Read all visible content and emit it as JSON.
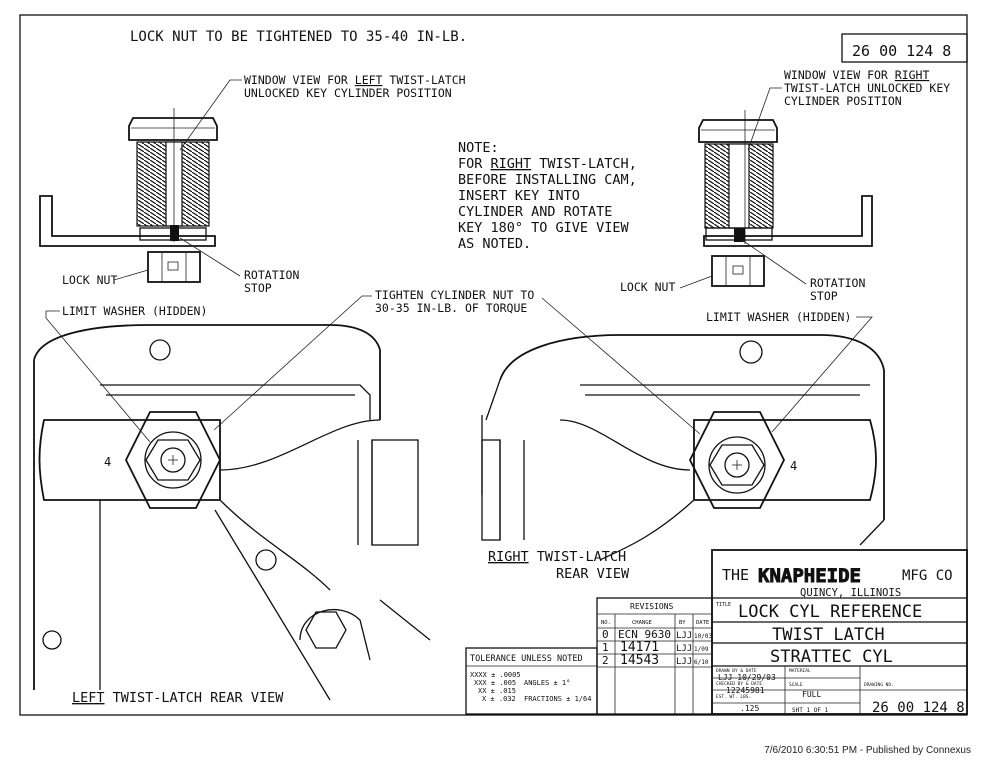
{
  "header": {
    "top_note": "LOCK NUT TO BE TIGHTENED TO 35-40 IN-LB.",
    "drawing_number_top": "26 00 124 8"
  },
  "left_detail": {
    "window_view_line1_pre": "WINDOW VIEW FOR ",
    "window_view_line1_em": "LEFT",
    "window_view_line1_post": " TWIST-LATCH",
    "window_view_line2": "UNLOCKED KEY CYLINDER POSITION",
    "lock_nut": "LOCK NUT",
    "rotation_stop_1": "ROTATION",
    "rotation_stop_2": "STOP"
  },
  "right_detail": {
    "window_view_line1_pre": "WINDOW VIEW FOR ",
    "window_view_line1_em": "RIGHT",
    "window_view_line2": "TWIST-LATCH UNLOCKED KEY",
    "window_view_line3": "CYLINDER POSITION",
    "lock_nut": "LOCK NUT",
    "rotation_stop_1": "ROTATION",
    "rotation_stop_2": "STOP"
  },
  "note": {
    "title": "NOTE:",
    "line1_pre": "FOR ",
    "line1_em": "RIGHT",
    "line1_post": " TWIST-LATCH,",
    "line2": "BEFORE INSTALLING CAM,",
    "line3": "INSERT KEY INTO",
    "line4": "CYLINDER AND ROTATE",
    "line5": "KEY 180° TO GIVE VIEW",
    "line6": "AS NOTED."
  },
  "callouts": {
    "limit_washer_left": "LIMIT WASHER (HIDDEN)",
    "limit_washer_right": "LIMIT WASHER (HIDDEN)",
    "tighten_1": "TIGHTEN CYLINDER NUT TO",
    "tighten_2": "30-35 IN-LB. OF TORQUE"
  },
  "view_labels": {
    "right_em": "RIGHT",
    "right_post": " TWIST-LATCH",
    "right_line2": "REAR VIEW",
    "left_em": "LEFT",
    "left_post": " TWIST-LATCH REAR VIEW"
  },
  "title_block": {
    "the": "THE",
    "company": "KNAPHEIDE",
    "mfg": "MFG CO",
    "location": "QUINCY, ILLINOIS",
    "title_tag": "TITLE",
    "title_1": "LOCK CYL REFERENCE",
    "title_2": "TWIST LATCH",
    "title_3": "STRATTEC CYL",
    "drawn_by_label": "DRAWN BY & DATE",
    "drawn_by": "LJJ 10/29/03",
    "checked_by_label": "CHECKED BY & DATE",
    "checked_by": "12245981",
    "est_label": "EST. WT. LBS.",
    "est_value": ".125",
    "material_label": "MATERIAL",
    "scale_label": "SCALE",
    "scale": "FULL",
    "drawing_no_label": "DRAWING NO.",
    "drawing_no": "26 00 124 8",
    "sheet": "SHT 1 OF 1"
  },
  "revisions": {
    "title": "REVISIONS",
    "headers": [
      "NO.",
      "CHANGE",
      "BY",
      "DATE"
    ],
    "rows": [
      [
        "0",
        "ECN 9630",
        "LJJ",
        "10/03"
      ],
      [
        "1",
        "14171",
        "LJJ",
        "1/09"
      ],
      [
        "2",
        "14543",
        "LJJ",
        "6/10"
      ]
    ]
  },
  "tolerance": {
    "title": "TOLERANCE UNLESS NOTED",
    "l1": "XXXX ± .0005",
    "l2": "XXX ± .005",
    "l3": "XX ± .015",
    "l4": "X ± .032",
    "angles": "ANGLES ± 1°",
    "fractions": "FRACTIONS ± 1/64"
  },
  "footer": "7/6/2010 6:30:51 PM - Published by Connexus"
}
